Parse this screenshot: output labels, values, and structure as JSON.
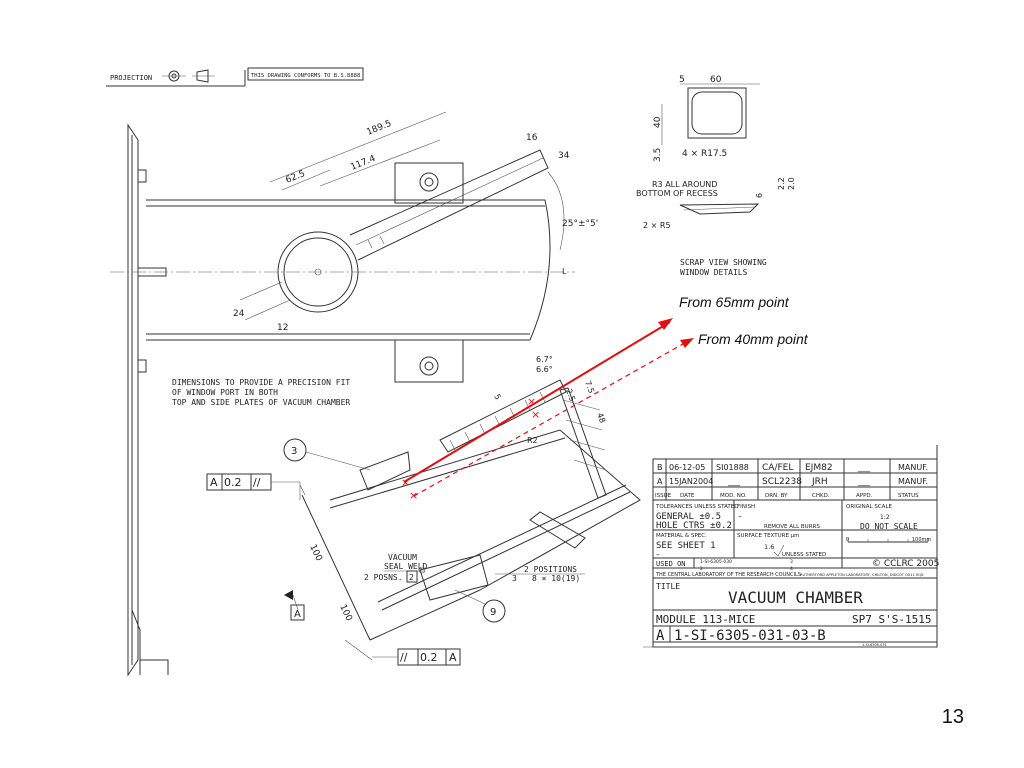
{
  "header": {
    "projection": "PROJECTION",
    "conforms": "THIS DRAWING CONFORMS TO B.S.8888"
  },
  "dims": {
    "d189": "189.5",
    "d117": "117.4",
    "d62": "62.5",
    "d16": "16",
    "d34": "34",
    "angle": "25°±°5'",
    "d24": "24",
    "d12": "12",
    "cl": "L",
    "d5": "5",
    "d60": "60",
    "d40": "40",
    "d35": "3.5",
    "r175": "4 × R17.5",
    "r3a": "R3 ALL AROUND",
    "r3b": "BOTTOM OF RECESS",
    "d6": "6",
    "d22": "2.2",
    "d20": "2.0",
    "r5": "2 × R5",
    "scrap1": "SCRAP VIEW SHOWING",
    "scrap2": "WINDOW DETAILS",
    "a67": "6.7°",
    "a66": "6.6°",
    "d5b": "5",
    "d75": "7.5",
    "d25": "2.5",
    "d48": "48",
    "r2": "R2",
    "d100a": "100",
    "d100b": "100"
  },
  "notes": {
    "n1": "DIMENSIONS TO PROVIDE A PRECISION FIT",
    "n2": "OF WINDOW PORT IN BOTH",
    "n3": "TOP AND SIDE PLATES OF VACUUM CHAMBER",
    "vac1": "VACUUM",
    "vac2": "SEAL WELD",
    "posns": "2 POSNS.",
    "posns_num": "2",
    "pos2": "2 POSITIONS",
    "pos_num": "3",
    "pos_dim": "8 × 10(19)"
  },
  "balloons": {
    "b3": "3",
    "b9": "9"
  },
  "datum": {
    "a_label": "A",
    "a_val": "0.2",
    "a_sym": "//",
    "b_sym": "//",
    "b_val": "0.2",
    "b_label": "A",
    "arrow_label": "A"
  },
  "callouts": {
    "p65": "From 65mm point",
    "p40": "From 40mm point"
  },
  "title_block": {
    "rev_b": [
      "B",
      "06-12-05",
      "SI01888",
      "CA/FEL",
      "EJM82",
      "___",
      "MANUF."
    ],
    "rev_a": [
      "A",
      "15JAN2004",
      "___",
      "SCL2238",
      "JRH",
      "___",
      "MANUF."
    ],
    "hdr": [
      "ISSUE",
      "DATE",
      "MOD. NO.",
      "DRN. BY",
      "CHKD.",
      "APPD.",
      "STATUS"
    ],
    "tol_label": "TOLERANCES UNLESS STATED",
    "tol1": "GENERAL ±0.5",
    "tol2": "HOLE CTRS ±0.2",
    "finish_label": "FINISH",
    "finish_dash": "–",
    "finish_val": "REMOVE ALL BURRS",
    "scale_label": "ORIGINAL SCALE",
    "scale_val": "1:2",
    "no_scale": "DO NOT SCALE",
    "mat_label": "MATERIAL & SPEC.",
    "mat_val": "SEE SHEET 1",
    "mat_dash": "–",
    "surf_label": "SURFACE TEXTURE µm",
    "surf_val": "1.6",
    "surf_note": "UNLESS STATED",
    "bar0": "0",
    "bar100": "100mm",
    "used_on": "USED ON",
    "used_ref": "1-SI-6305-030",
    "used_a": "2",
    "used_b": "3",
    "used_c": "4",
    "copyright": "© CCLRC 2005",
    "lab1": "THE CENTRAL LABORATORY OF THE RESEARCH COUNCILS",
    "lab2": "RUTHERFORD APPLETON LABORATORY, CHILTON, DIDCOT OX11 0QX",
    "title_label": "TITLE",
    "title": "VACUUM CHAMBER",
    "module": "MODULE 113-MICE",
    "spec": "SP7 S'S-1515",
    "size": "A",
    "dwg_no": "1-SI-6305-031-03-B",
    "small_ref": "1-SI-6305-031"
  },
  "slide": {
    "number": "13"
  },
  "colors": {
    "red": "#dd1111",
    "line": "#333333"
  }
}
